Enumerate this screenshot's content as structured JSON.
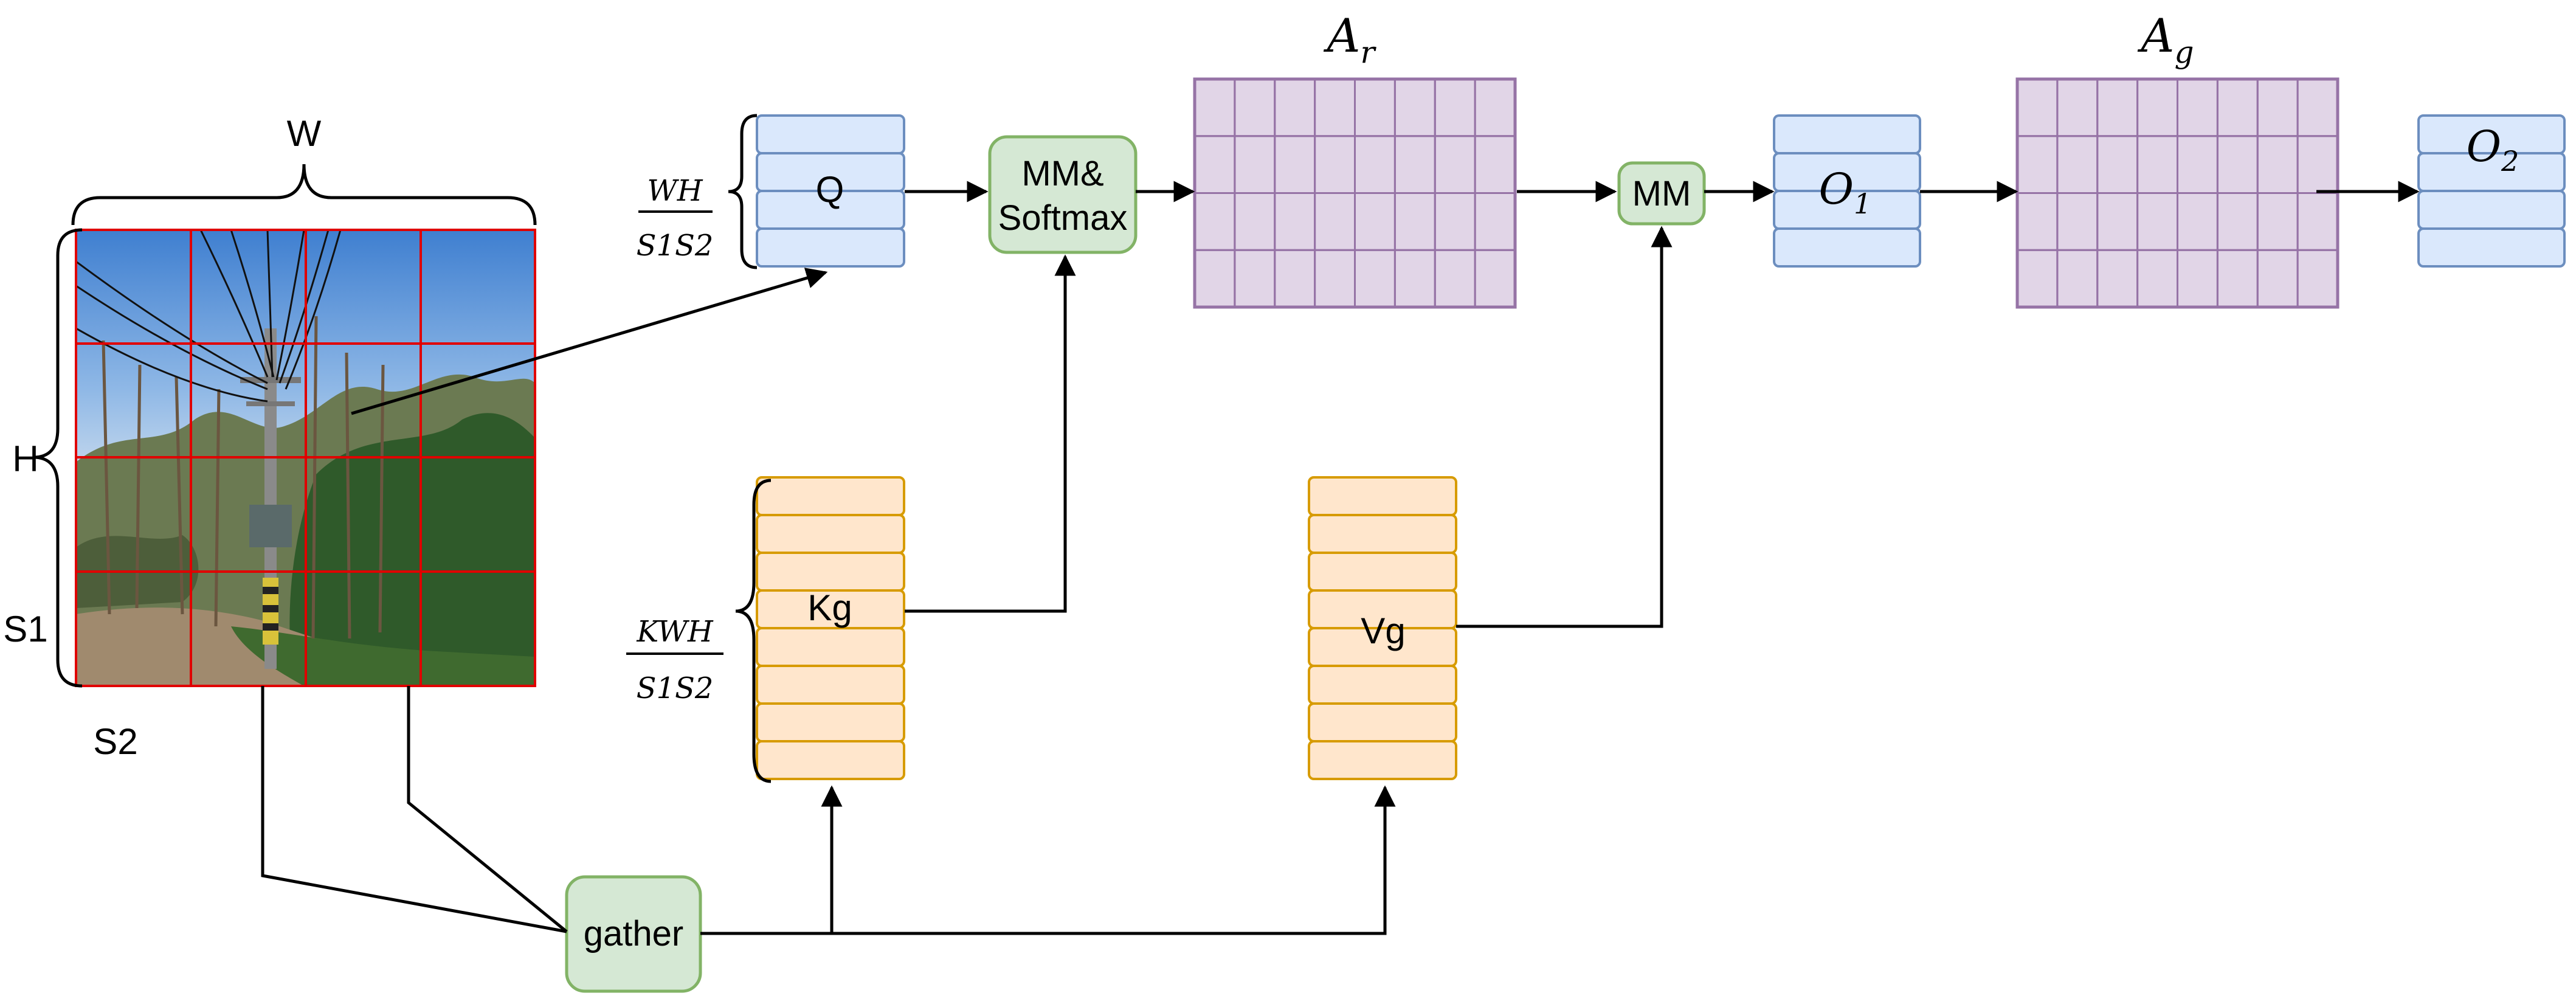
{
  "colors": {
    "blue_fill": "#dae8fc",
    "blue_stroke": "#6c8ebf",
    "green_fill": "#d5e8d4",
    "green_stroke": "#82b366",
    "purple_fill": "#e1d5e7",
    "purple_stroke": "#9673a6",
    "orange_fill": "#ffe6cc",
    "orange_stroke": "#d79b00",
    "grid_red": "#e00000",
    "line": "#000000"
  },
  "image_grid": {
    "width_label": "W",
    "height_label": "H",
    "s1_label": "S1",
    "s2_label": "S2",
    "rows": 4,
    "cols": 4,
    "picture_description": "photo of a power line pole among trees under a blue sky"
  },
  "query": {
    "label": "Q",
    "rows": 4,
    "size_numerator": "WH",
    "size_denominator": "S1S2"
  },
  "key": {
    "label": "Kg",
    "rows": 8,
    "size_numerator": "KWH",
    "size_denominator": "S1S2"
  },
  "value": {
    "label": "Vg",
    "rows": 8
  },
  "ops": {
    "mm_softmax_line1": "MM&",
    "mm_softmax_line2": "Softmax",
    "mm": "MM",
    "gather": "gather"
  },
  "attention_r": {
    "symbol": "A",
    "subscript": "r",
    "rows": 4,
    "cols": 8
  },
  "output1": {
    "symbol": "O",
    "subscript": "1",
    "rows": 4
  },
  "attention_g": {
    "symbol": "A",
    "subscript": "g",
    "rows": 4,
    "cols": 8
  },
  "output2": {
    "symbol": "O",
    "subscript": "2",
    "rows": 4
  }
}
